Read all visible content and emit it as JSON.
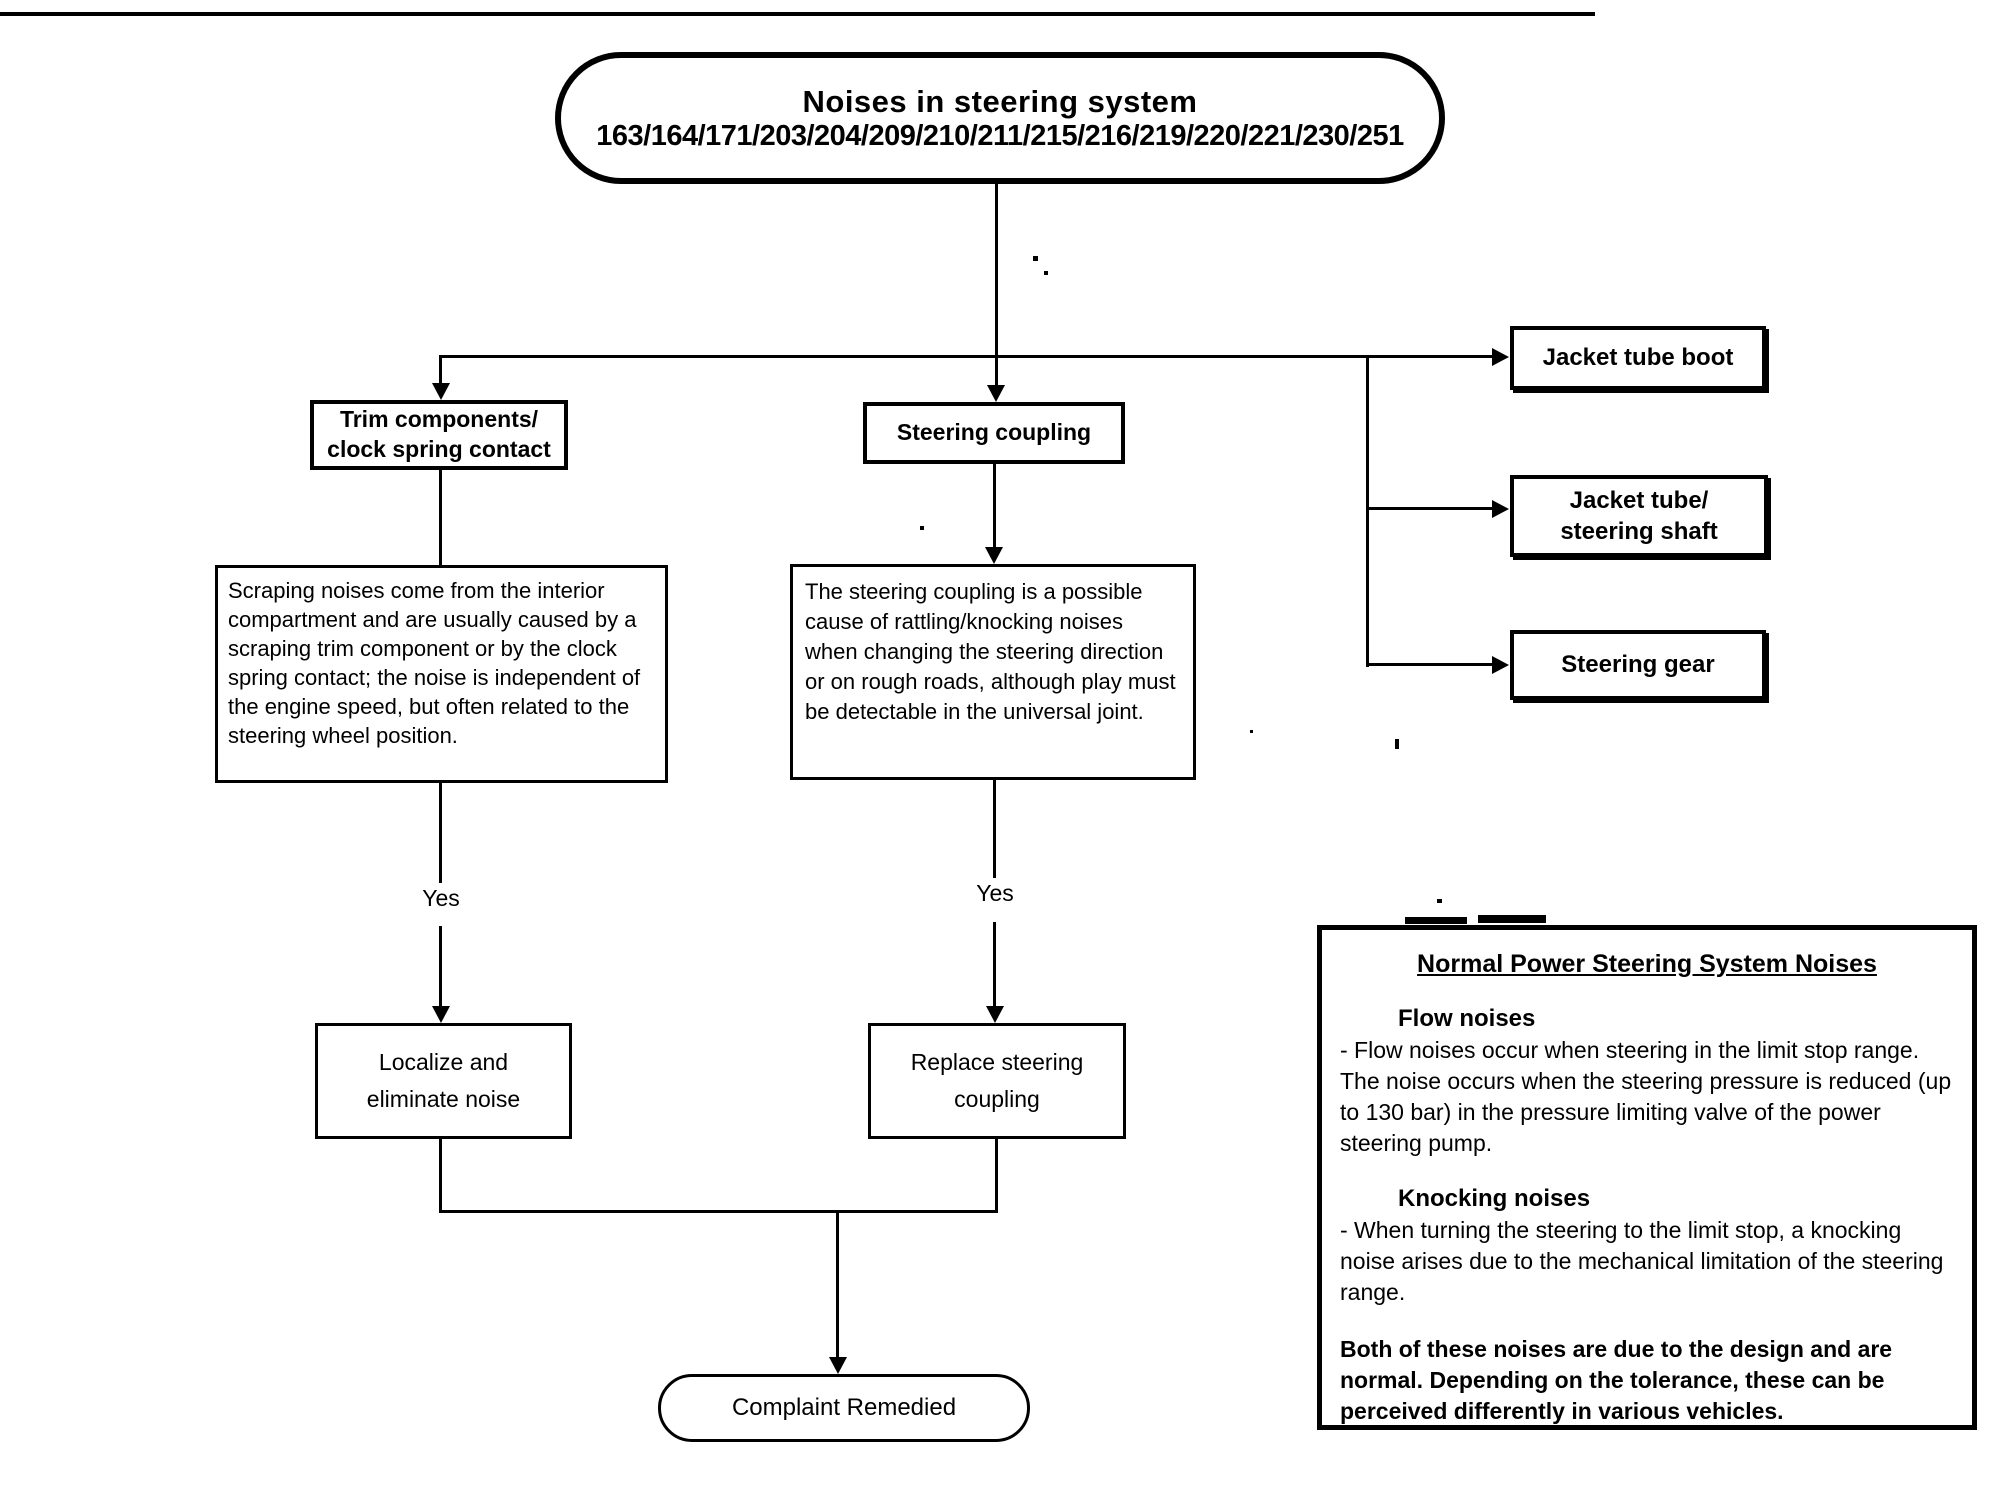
{
  "flowchart": {
    "start": {
      "title": "Noises in steering system",
      "codes": "163/164/171/203/204/209/210/211/215/216/219/220/221/230/251"
    },
    "nodes": {
      "trim": {
        "line1": "Trim components/",
        "line2": "clock spring contact"
      },
      "coupling": {
        "label": "Steering coupling"
      },
      "jacket_boot": {
        "label": "Jacket tube boot"
      },
      "jacket_shaft": {
        "line1": "Jacket tube/",
        "line2": "steering shaft"
      },
      "steering_gear": {
        "label": "Steering gear"
      },
      "trim_desc": "Scraping noises come from the interior compartment and are usually caused by a scraping trim component or by the clock spring contact; the noise is independent of the engine speed, but often related to the steering wheel position.",
      "coupling_desc": "The steering coupling is a possible cause of rattling/knocking noises when changing the steering direction or on rough roads, although play must be detectable in the universal joint.",
      "yes_left": "Yes",
      "yes_middle": "Yes",
      "localize": {
        "line1": "Localize and",
        "line2": "eliminate noise"
      },
      "replace": {
        "line1": "Replace steering",
        "line2": "coupling"
      },
      "end": "Complaint Remedied"
    },
    "info_panel": {
      "title": "Normal Power Steering System Noises",
      "sections": [
        {
          "heading": "Flow noises",
          "body": "-  Flow noises occur when steering in the limit stop range.  The noise occurs when the steering pressure is reduced (up to 130 bar) in the pressure limiting valve of the power steering pump."
        },
        {
          "heading": "Knocking noises",
          "body": "-  When turning the steering to the limit stop, a knocking noise arises due to the mechanical limitation of the steering range."
        }
      ],
      "footer": "Both of these noises are due to the design and are normal.  Depending on the tolerance, these can be perceived differently in various vehicles."
    },
    "colors": {
      "ink": "#000000",
      "paper": "#ffffff"
    }
  }
}
